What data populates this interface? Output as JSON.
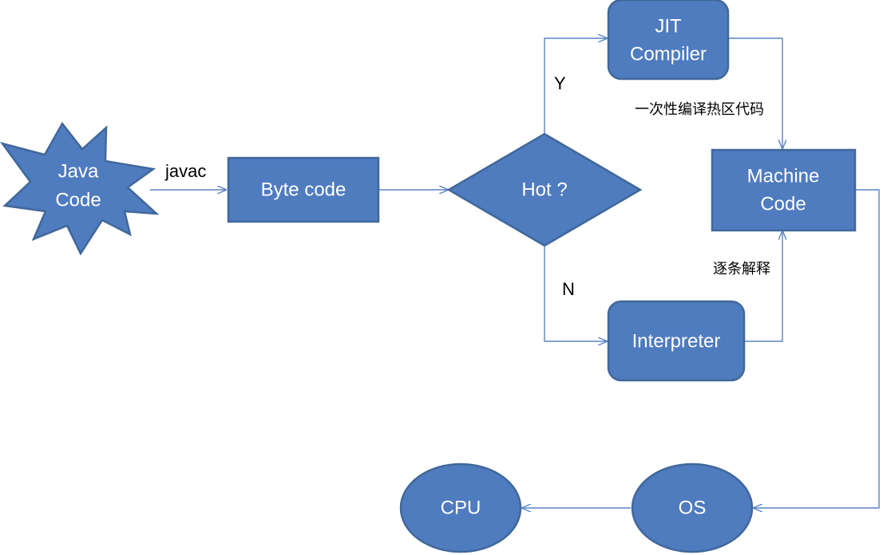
{
  "colors": {
    "node_fill": "#4f7bbf",
    "node_stroke": "#41689a",
    "connector": "#5a84c2",
    "label_text": "#000000",
    "node_text": "#ffffff"
  },
  "nodes": {
    "java_code": {
      "line1": "Java",
      "line2": "Code",
      "shape": "burst"
    },
    "byte_code": {
      "label": "Byte code",
      "shape": "rectangle"
    },
    "hot": {
      "label": "Hot ?",
      "shape": "diamond"
    },
    "jit": {
      "line1": "JIT",
      "line2": "Compiler",
      "shape": "rounded-rectangle"
    },
    "interpreter": {
      "label": "Interpreter",
      "shape": "rounded-rectangle"
    },
    "machine_code": {
      "line1": "Machine",
      "line2": "Code",
      "shape": "rectangle"
    },
    "os": {
      "label": "OS",
      "shape": "ellipse"
    },
    "cpu": {
      "label": "CPU",
      "shape": "ellipse"
    }
  },
  "edges": {
    "javac": "javac",
    "yes": "Y",
    "no": "N",
    "jit_to_machine": "一次性编译热区代码",
    "interp_to_machine": "逐条解释"
  }
}
